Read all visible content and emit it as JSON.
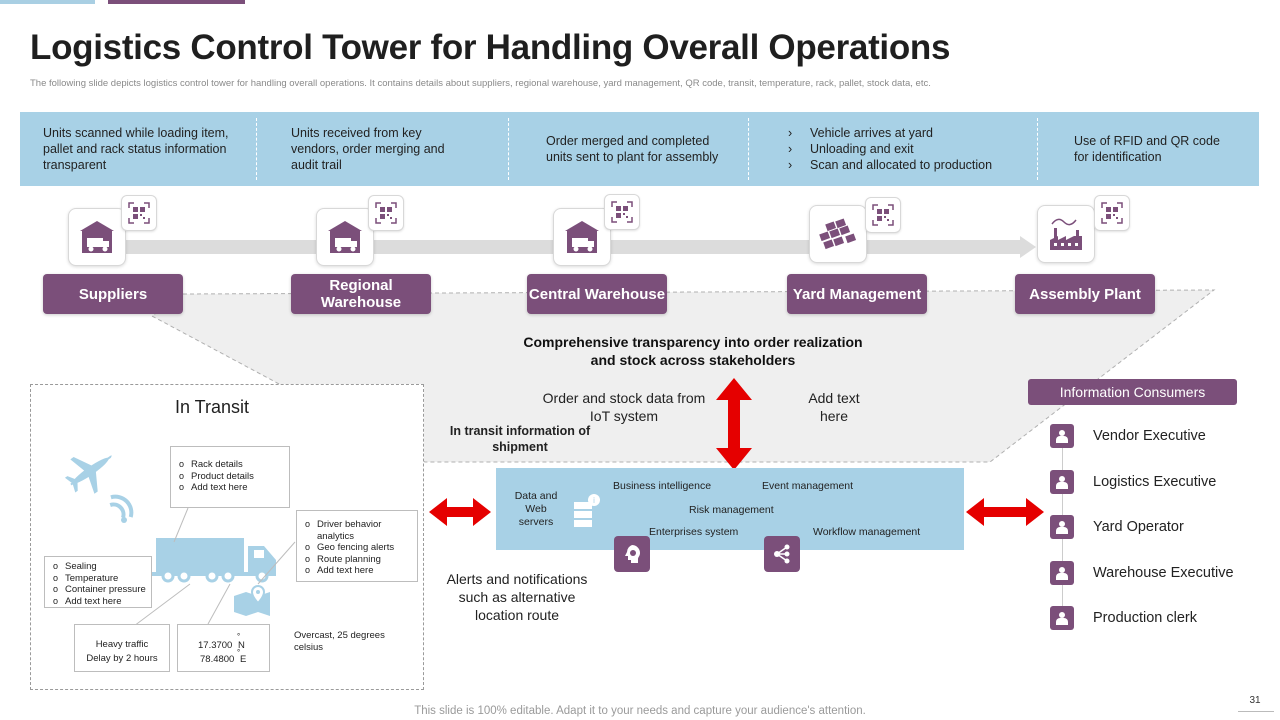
{
  "title": "Logistics Control Tower for Handling Overall Operations",
  "subtitle": "The following slide depicts logistics control tower for handling overall operations. It contains details about suppliers, regional warehouse, yard management, QR code, transit, temperature, rack, pallet, stock data, etc.",
  "banner": {
    "col1": "Units scanned while loading item, pallet and rack status information transparent",
    "col2": "Units received from key vendors, order merging and audit trail",
    "col3": "Order merged and completed units sent to plant for assembly",
    "col4_items": [
      "Vehicle arrives at yard",
      "Unloading and exit",
      "Scan and allocated to production"
    ],
    "col5": "Use of RFID and QR code for identification"
  },
  "stages": {
    "s1": "Suppliers",
    "s2": "Regional Warehouse",
    "s3": "Central Warehouse",
    "s4": "Yard Management",
    "s5": "Assembly Plant"
  },
  "center": {
    "heading": "Comprehensive transparency into order realization and stock across stakeholders",
    "order_stock": "Order and stock data from IoT system",
    "add_text": "Add text here",
    "in_transit_info": "In transit information of shipment",
    "alerts": "Alerts and notifications such as alternative location route"
  },
  "transit": {
    "title": "In Transit",
    "box_rack": [
      "Rack details",
      "Product details",
      "Add text here"
    ],
    "box_driver": [
      "Driver behavior analytics",
      "Geo fencing alerts",
      "Route planning",
      "Add text here"
    ],
    "box_sealing": [
      "Sealing",
      "Temperature",
      "Container pressure",
      "Add text here"
    ],
    "traffic_line1": "Heavy traffic",
    "traffic_line2": "Delay by 2 hours",
    "coord_lat": "17.3700",
    "coord_lat_dir": "N",
    "coord_lon": "78.4800",
    "coord_lon_dir": "E",
    "weather": "Overcast, 25 degrees celsius"
  },
  "hub": {
    "servers": "Data and Web servers",
    "bi": "Business intelligence",
    "event": "Event management",
    "risk": "Risk management",
    "enterprise": "Enterprises system",
    "workflow": "Workflow management"
  },
  "consumers": {
    "header": "Information Consumers",
    "items": [
      "Vendor Executive",
      "Logistics Executive",
      "Yard Operator",
      "Warehouse Executive",
      "Production clerk"
    ]
  },
  "footer": "This slide is 100% editable. Adapt it to your needs and capture your audience's attention.",
  "page_number": "31",
  "colors": {
    "accent_purple": "#7b4f7a",
    "banner_blue": "#a8d1e6",
    "arrow_red": "#e50000",
    "truck_blue": "#a8d1e6"
  }
}
